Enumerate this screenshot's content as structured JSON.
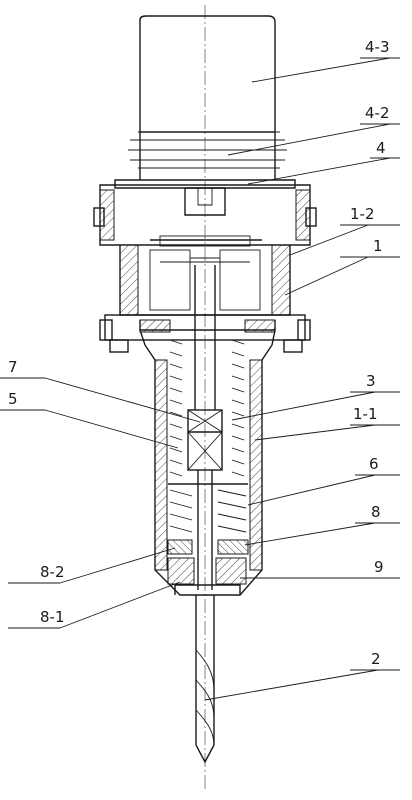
{
  "labels": [
    {
      "id": "4-3",
      "text": "4-3"
    },
    {
      "id": "4-2",
      "text": "4-2"
    },
    {
      "id": "4",
      "text": "4"
    },
    {
      "id": "1-2",
      "text": "1-2"
    },
    {
      "id": "1",
      "text": "1"
    },
    {
      "id": "7",
      "text": "7"
    },
    {
      "id": "5",
      "text": "5"
    },
    {
      "id": "3",
      "text": "3"
    },
    {
      "id": "1-1",
      "text": "1-1"
    },
    {
      "id": "6",
      "text": "6"
    },
    {
      "id": "8",
      "text": "8"
    },
    {
      "id": "8-2",
      "text": "8-2"
    },
    {
      "id": "9",
      "text": "9"
    },
    {
      "id": "8-1",
      "text": "8-1"
    },
    {
      "id": "2",
      "text": "2"
    }
  ]
}
